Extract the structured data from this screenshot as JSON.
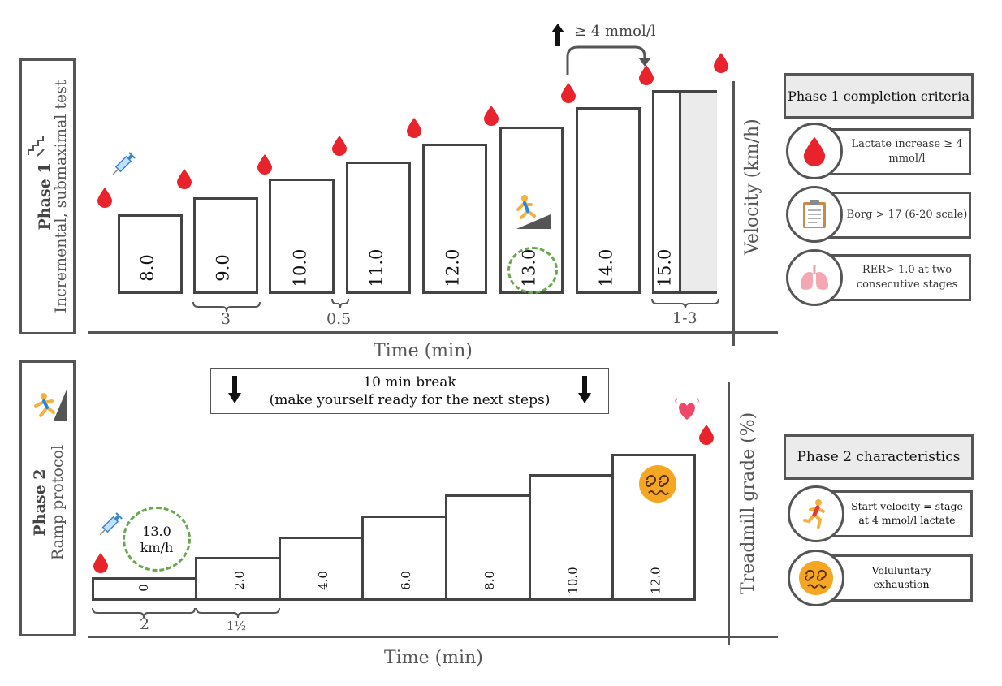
{
  "phase1": {
    "label_bold": "Phase 1",
    "label_rest": "Incremental, submaximal test",
    "y_axis_label": "Velocity (km/h)",
    "x_axis_label": "Time (min)",
    "bars": [
      "8.0",
      "9.0",
      "10.0",
      "11.0",
      "12.0",
      "13.0",
      "14.0",
      "15.0"
    ],
    "brace_labels": [
      "3",
      "0.5",
      "1-3"
    ],
    "lactate_note": "≥ 4 mmol/l",
    "criteria_title": "Phase 1 completion criteria",
    "criteria": [
      {
        "text": "Lactate increase ≥ 4 mmol/l",
        "icon": "blood-drop-icon"
      },
      {
        "text": "Borg > 17 (6-20 scale)",
        "icon": "clipboard-icon"
      },
      {
        "text": "RER> 1.0 at two consecutive stages",
        "icon": "lungs-icon"
      }
    ]
  },
  "break": {
    "line1": "10 min break",
    "line2": "(make yourself ready for the next steps)"
  },
  "phase2": {
    "label_bold": "Phase 2",
    "label_rest": "Ramp protocol",
    "y_axis_label": "Treadmill grade (%)",
    "x_axis_label": "Time (min)",
    "bars": [
      "0",
      "2.0",
      "4.0",
      "6.0",
      "8.0",
      "10.0",
      "12.0"
    ],
    "start_velocity_line1": "13.0",
    "start_velocity_line2": "km/h",
    "brace_labels": [
      "2",
      "1½"
    ],
    "criteria_title": "Phase 2 characteristics",
    "criteria": [
      {
        "text": "Start velocity = stage at 4 mmol/l lactate",
        "icon": "runner-icon"
      },
      {
        "text": "Voluluntary exhaustion",
        "icon": "dizzy-face-icon"
      }
    ]
  },
  "colors": {
    "blood": "#e8232b",
    "dashed_circle": "#6aa84f",
    "box_border": "#555555",
    "title_fill": "#ebebeb"
  }
}
